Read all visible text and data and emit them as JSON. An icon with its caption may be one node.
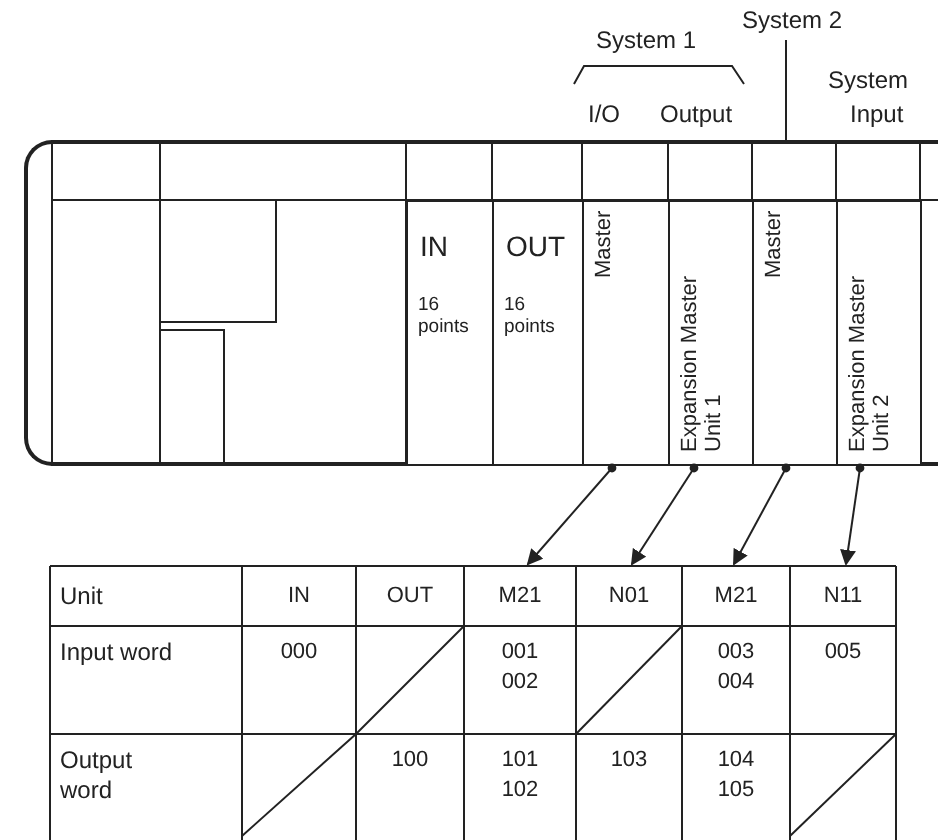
{
  "diagram": {
    "nodes": [
      {
        "text": [],
        "shape": "box"
      },
      {
        "text": [
          "IN",
          "16 points"
        ],
        "in": 0
      },
      {
        "text": [
          "OUT",
          "16 points"
        ],
        "in": 0
      },
      {
        "text": [
          "Master"
        ],
        "in": 0
      },
      {
        "text": [
          "Expansion Master Unit 1"
        ],
        "in": 0
      },
      {
        "text": [
          "Master"
        ],
        "in": 0
      },
      {
        "text": [
          "Expansion Master Unit 2"
        ],
        "in": 0
      },
      {
        "text": [
          "M21"
        ]
      },
      {
        "text": [
          "N01"
        ]
      },
      {
        "text": [
          "M21"
        ]
      },
      {
        "text": [
          "N11"
        ]
      },
      {
        "text": [
          "System 2"
        ]
      }
    ],
    "edges": [
      {
        "from": 3,
        "to": 7,
        "arrow": "to"
      },
      {
        "from": 4,
        "to": 8,
        "arrow": "to"
      },
      {
        "from": 5,
        "to": 9,
        "arrow": "to"
      },
      {
        "from": 6,
        "to": 10,
        "arrow": "to"
      },
      {
        "from": 11,
        "to": 0,
        "arrow": "none"
      }
    ],
    "labels": [
      "System 1",
      "I/O",
      "Output",
      "System",
      "Input",
      "Unit",
      "IN",
      "OUT",
      "Input word",
      "000",
      "001 002",
      "003 004",
      "005",
      "Output word",
      "100",
      "101 102",
      "103",
      "104 105"
    ]
  }
}
